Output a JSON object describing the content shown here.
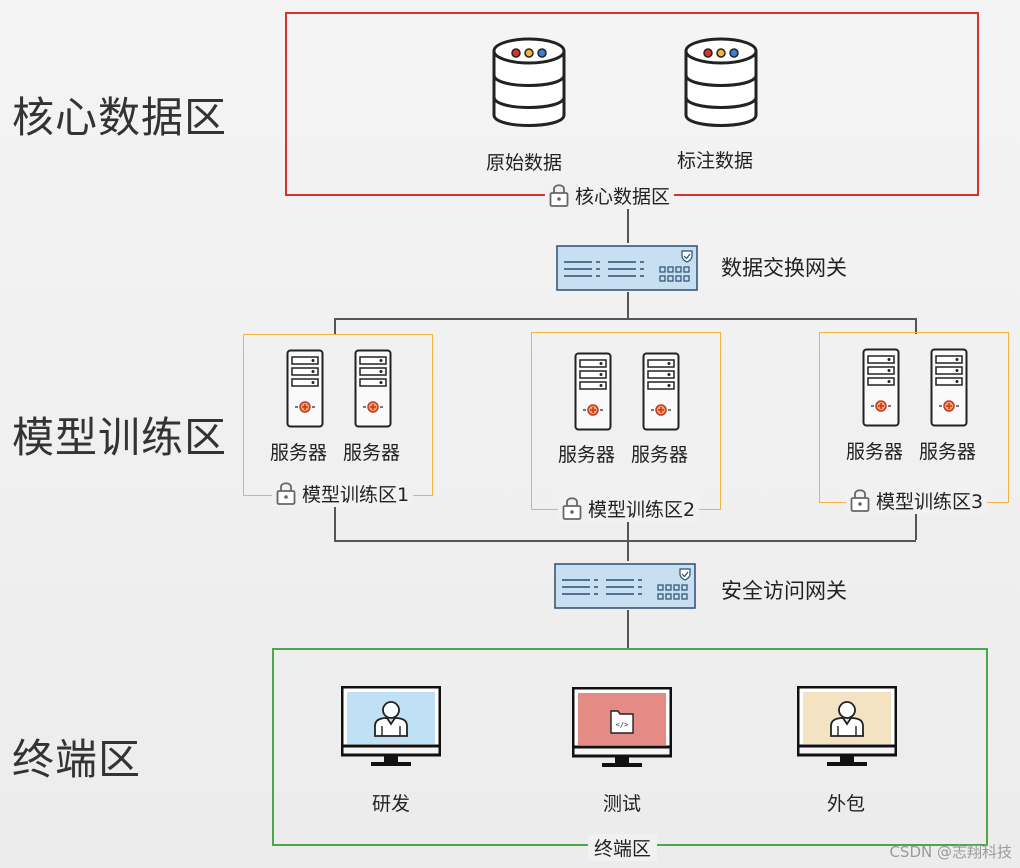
{
  "zones": {
    "core": "核心数据区",
    "training": "模型训练区",
    "terminal": "终端区"
  },
  "core_zone": {
    "items": [
      "原始数据",
      "标注数据"
    ],
    "tag": "核心数据区",
    "border_color": "#d9312b"
  },
  "gateways": {
    "exchange": "数据交换网关",
    "access": "安全访问网关"
  },
  "training_zones": [
    {
      "tag": "模型训练区1",
      "servers": [
        "服务器",
        "服务器"
      ]
    },
    {
      "tag": "模型训练区2",
      "servers": [
        "服务器",
        "服务器"
      ]
    },
    {
      "tag": "模型训练区3",
      "servers": [
        "服务器",
        "服务器"
      ]
    }
  ],
  "training_border_color": "#f0b43c",
  "terminal_zone": {
    "items": [
      "研发",
      "测试",
      "外包"
    ],
    "tag": "终端区",
    "border_color": "#4aa84a",
    "screen_colors": [
      "#bfe0f5",
      "#e38b84",
      "#f3e3c2"
    ]
  },
  "icons": {
    "database": "database-icon",
    "server": "server-icon",
    "gateway": "firewall-gateway-icon",
    "lock": "lock-icon",
    "monitor": "monitor-icon",
    "user": "user-icon",
    "folder": "folder-icon"
  },
  "watermark": "CSDN @志翔科技"
}
